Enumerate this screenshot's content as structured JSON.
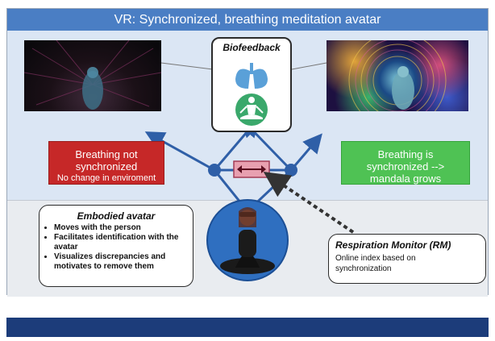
{
  "title": "VR: Synchronized, breathing meditation avatar",
  "biofeedback": {
    "title": "Biofeedback",
    "icons": [
      "lungs-icon",
      "meditation-person-icon"
    ]
  },
  "status_left": {
    "line1": "Breathing not",
    "line2": "synchronized",
    "line3": "No change in enviroment"
  },
  "status_right": {
    "line1": "Breathing is",
    "line2": "synchronized -->",
    "line3": "mandala grows"
  },
  "embodied_avatar": {
    "title": "Embodied avatar",
    "bullets": [
      "Moves with the person",
      "Facilitates identification with the avatar",
      "Visualizes discrepancies and motivates to remove them"
    ]
  },
  "respiration_monitor": {
    "title": "Respiration Monitor (RM)",
    "description": "Online index based on synchronization"
  },
  "colors": {
    "title_bar": "#4a7ec4",
    "arrow": "#2f5fa7",
    "not_synchronized": "#c62828",
    "synchronized": "#4fc254",
    "footer": "#1c3c7a",
    "sync_indicator": "#e8a0b0"
  }
}
